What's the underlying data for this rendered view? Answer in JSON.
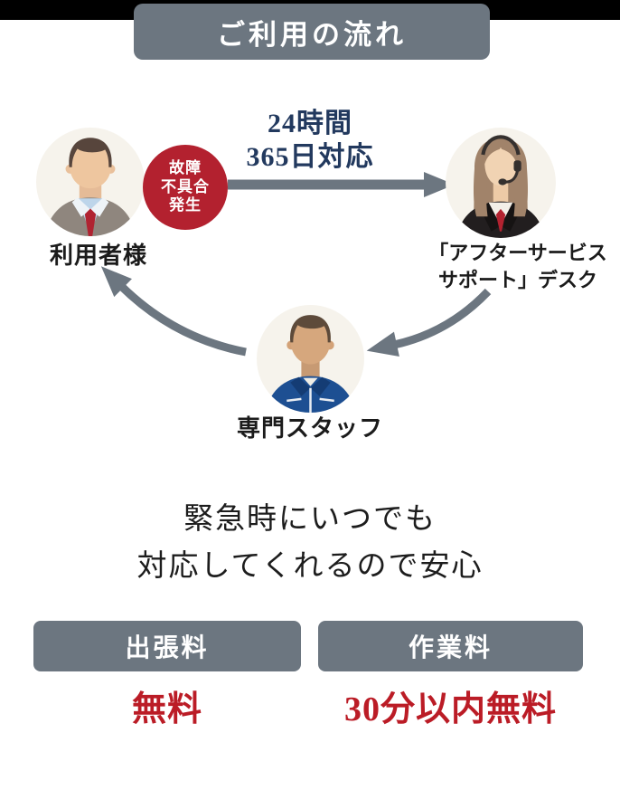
{
  "header": {
    "title": "ご利用の流れ"
  },
  "flow": {
    "incident_badge": {
      "lines": [
        "故障",
        "不具合",
        "発生"
      ]
    },
    "availability": {
      "lines": [
        "24時間",
        "365日対応"
      ]
    },
    "actors": [
      {
        "id": "user",
        "label": "利用者様"
      },
      {
        "id": "support-desk",
        "label_lines": [
          "「アフターサービス",
          "サポート」デスク"
        ]
      },
      {
        "id": "staff",
        "label": "専門スタッフ"
      }
    ]
  },
  "message": {
    "lines": [
      "緊急時にいつでも",
      "対応してくれるので安心"
    ]
  },
  "fees": [
    {
      "label": "出張料",
      "value": "無料"
    },
    {
      "label": "作業料",
      "value": "30分以内無料"
    }
  ],
  "colors": {
    "accent_gray": "#6c7680",
    "badge_red": "#b3212f",
    "price_red": "#bb1c26",
    "navy_text": "#22395e",
    "top_border": "#000000",
    "avatar_bg": "#f6f3ec"
  }
}
